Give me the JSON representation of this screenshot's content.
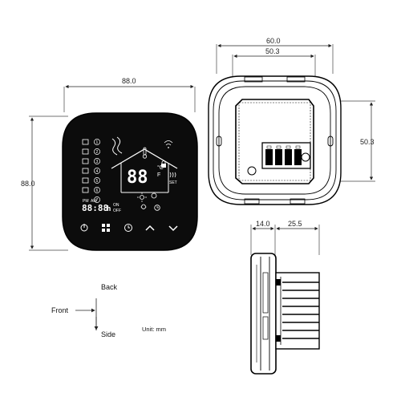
{
  "dimensions": {
    "front_width": "88.0",
    "front_height": "88.0",
    "back_width": "60.0",
    "back_inner_width": "50.3",
    "back_inner_height": "50.3",
    "side_depth_front": "14.0",
    "side_depth_back": "25.5"
  },
  "orientation": {
    "back": "Back",
    "front": "Front",
    "side": "Side"
  },
  "unit": "Unit: mm",
  "display": {
    "temp_digits": "88",
    "degree_c": "°C",
    "degree_f": "F",
    "clock_digits": "88:88",
    "clock_h": "h",
    "on": "ON",
    "off": "OFF",
    "pm": "PM",
    "am": "AM",
    "set": "SET",
    "program_numbers": [
      "1",
      "2",
      "3",
      "4",
      "5",
      "6",
      "7"
    ]
  },
  "icons": {
    "buttons": [
      "power-icon",
      "menu-grid-icon",
      "clock-icon",
      "arrow-up-icon",
      "arrow-down-icon"
    ]
  }
}
